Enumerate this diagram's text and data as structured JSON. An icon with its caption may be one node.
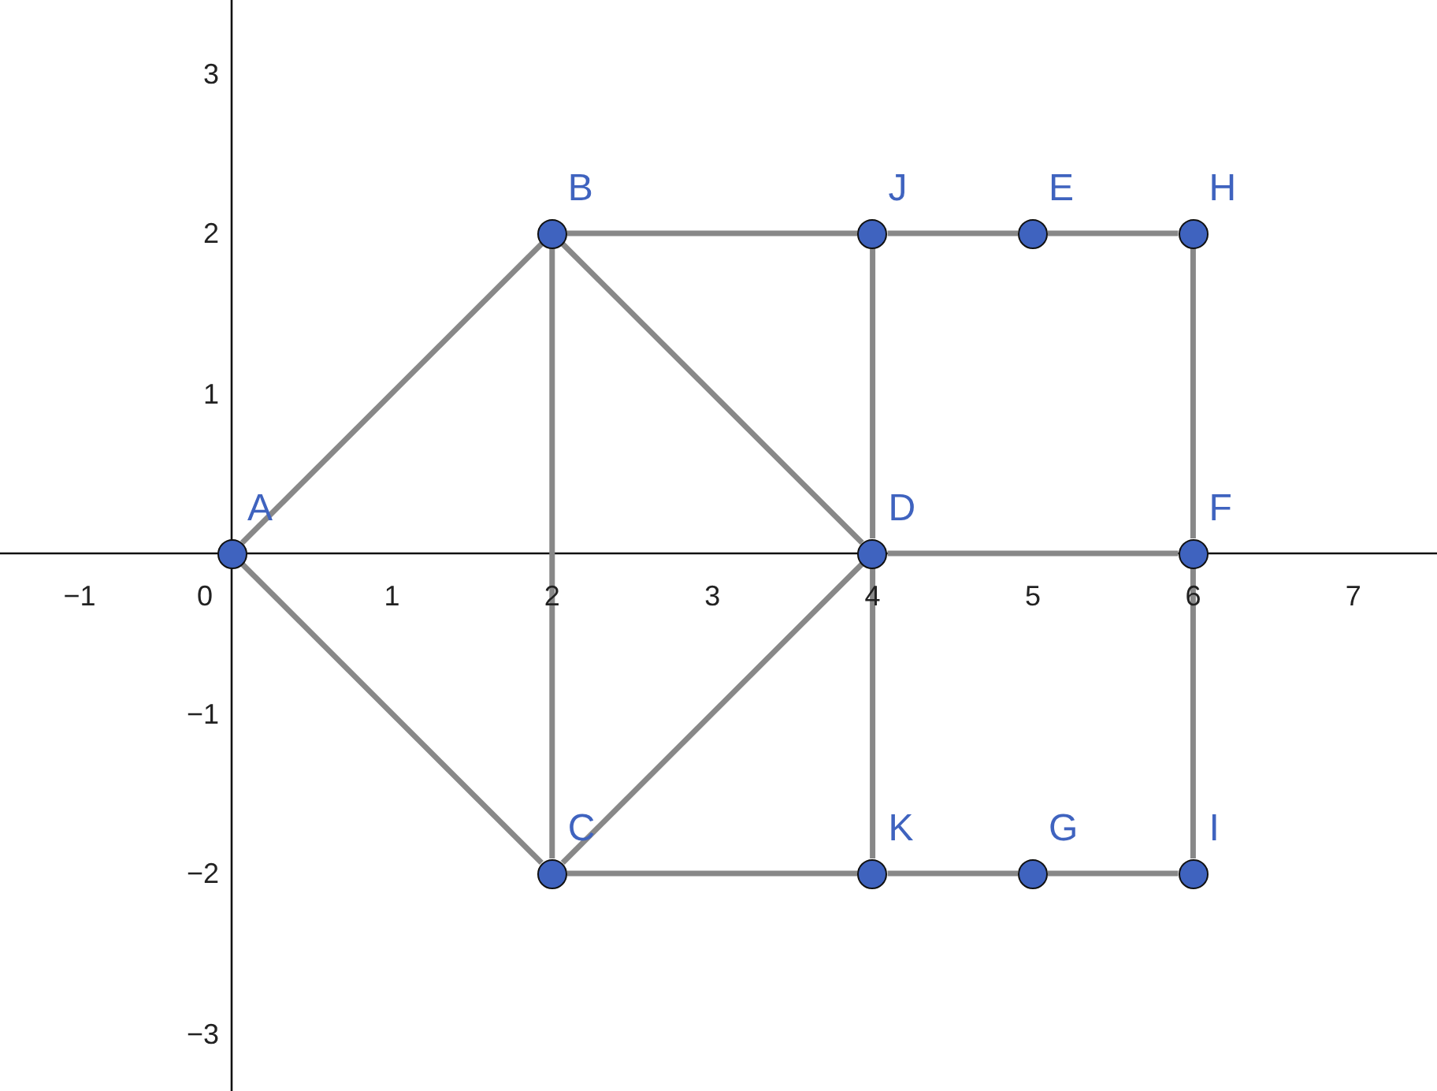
{
  "diagram": {
    "nodes": [
      {
        "text": [
          "A"
        ]
      },
      {
        "text": [
          "B"
        ]
      },
      {
        "text": [
          "C"
        ]
      },
      {
        "text": [
          "D"
        ]
      },
      {
        "text": [
          "J"
        ]
      },
      {
        "text": [
          "E"
        ]
      },
      {
        "text": [
          "H"
        ]
      },
      {
        "text": [
          "F"
        ]
      },
      {
        "text": [
          "K"
        ]
      },
      {
        "text": [
          "G"
        ]
      },
      {
        "text": [
          "I"
        ]
      }
    ],
    "edges": [
      {
        "from": 0,
        "to": 1,
        "arrow": "none"
      },
      {
        "from": 0,
        "to": 2,
        "arrow": "none"
      },
      {
        "from": 1,
        "to": 2,
        "arrow": "none"
      },
      {
        "from": 1,
        "to": 3,
        "arrow": "none"
      },
      {
        "from": 2,
        "to": 3,
        "arrow": "none"
      },
      {
        "from": 1,
        "to": 4,
        "arrow": "none"
      },
      {
        "from": 4,
        "to": 5,
        "arrow": "none"
      },
      {
        "from": 5,
        "to": 6,
        "arrow": "none"
      },
      {
        "from": 4,
        "to": 3,
        "arrow": "none"
      },
      {
        "from": 3,
        "to": 7,
        "arrow": "none"
      },
      {
        "from": 6,
        "to": 7,
        "arrow": "none"
      },
      {
        "from": 3,
        "to": 8,
        "arrow": "none"
      },
      {
        "from": 7,
        "to": 10,
        "arrow": "none"
      },
      {
        "from": 2,
        "to": 8,
        "arrow": "none"
      },
      {
        "from": 8,
        "to": 9,
        "arrow": "none"
      },
      {
        "from": 9,
        "to": 10,
        "arrow": "none"
      }
    ],
    "labels": [
      "3",
      "2",
      "1",
      "−1",
      "0",
      "1",
      "2",
      "3",
      "4",
      "5",
      "6",
      "7",
      "−1",
      "−2",
      "−3"
    ]
  }
}
